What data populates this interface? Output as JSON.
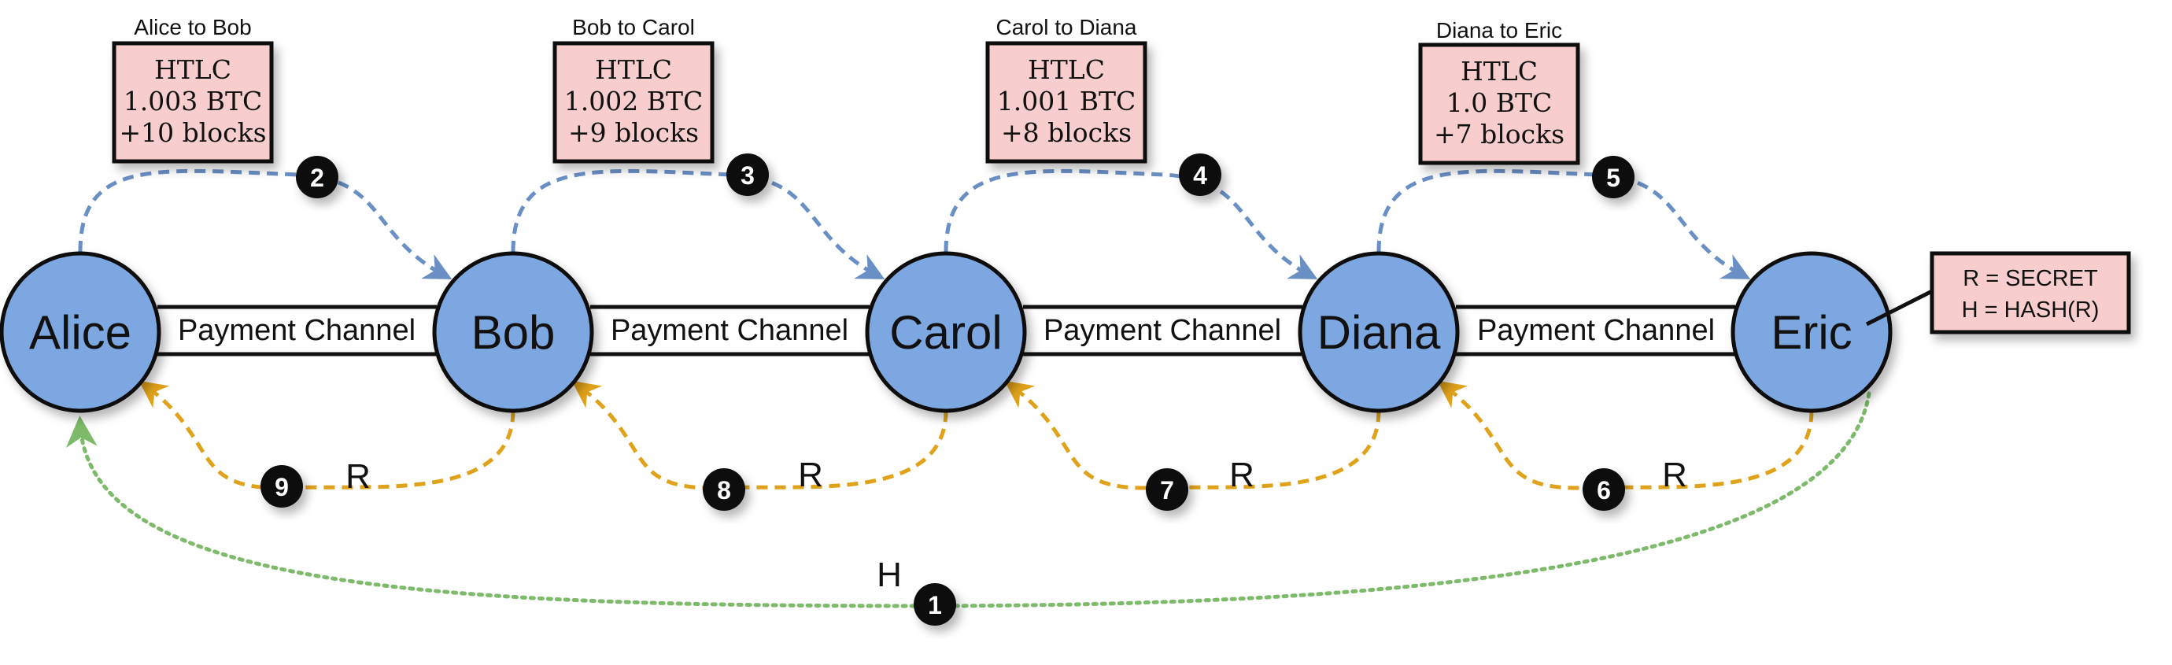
{
  "nodes": [
    "Alice",
    "Bob",
    "Carol",
    "Diana",
    "Eric"
  ],
  "channels": [
    "Payment Channel",
    "Payment Channel",
    "Payment Channel",
    "Payment Channel"
  ],
  "htlcs": [
    {
      "title": "Alice to Bob",
      "line1": "HTLC",
      "line2": "1.003 BTC",
      "line3": "+10 blocks"
    },
    {
      "title": "Bob to Carol",
      "line1": "HTLC",
      "line2": "1.002 BTC",
      "line3": "+9 blocks"
    },
    {
      "title": "Carol to Diana",
      "line1": "HTLC",
      "line2": "1.001 BTC",
      "line3": "+8 blocks"
    },
    {
      "title": "Diana to Eric",
      "line1": "HTLC",
      "line2": "1.0 BTC",
      "line3": "+7 blocks"
    }
  ],
  "forward_steps": [
    "2",
    "3",
    "4",
    "5"
  ],
  "return_steps": [
    "9",
    "8",
    "7",
    "6"
  ],
  "return_label": "R",
  "hash_step": {
    "number": "1",
    "label": "H"
  },
  "secret_note": {
    "line1": "R = SECRET",
    "line2": "H = HASH(R)"
  },
  "colors": {
    "node_fill": "#7da7e0",
    "htlc_fill": "#f7cdcd",
    "forward_arrow": "#6a8fc5",
    "return_arrow": "#e0a21a",
    "hash_arrow": "#7dba6a",
    "badge": "#111111"
  }
}
